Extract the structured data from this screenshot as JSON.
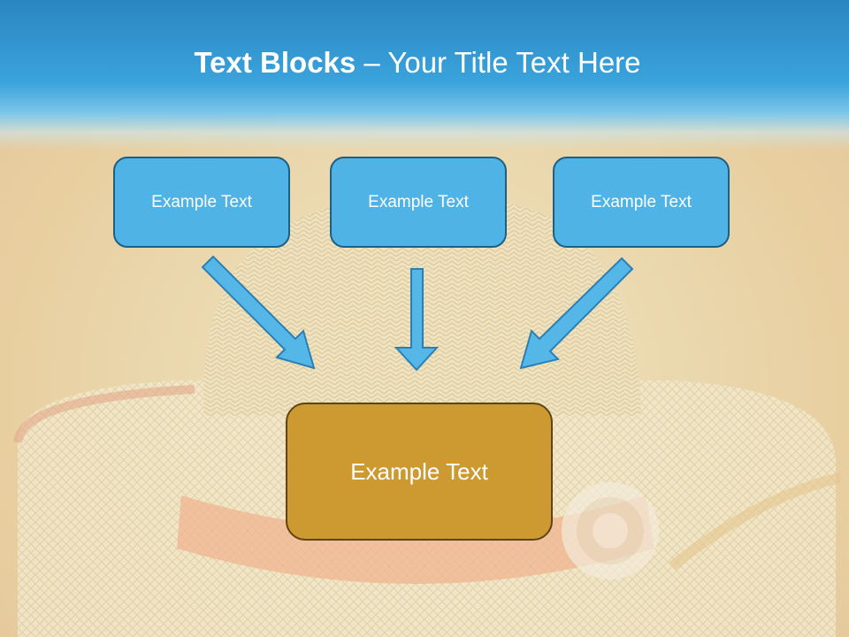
{
  "slide": {
    "title_bold": "Text Blocks",
    "title_dash": " – ",
    "title_rest": "Your Title Text Here"
  },
  "blocks": {
    "top": [
      "Example Text",
      "Example Text",
      "Example Text"
    ],
    "center": "Example Text"
  },
  "colors": {
    "header_blue": "#3aa3dc",
    "small_box_fill": "#4fb3e6",
    "small_box_border": "#1e5f86",
    "arrow_fill": "#55b7e8",
    "arrow_stroke": "#2b7fb5",
    "center_box_fill": "#cd9a32",
    "center_box_border": "#5e4413"
  },
  "icons": {
    "arrow": "arrow-down-icon",
    "background": "straw-hat-image"
  }
}
